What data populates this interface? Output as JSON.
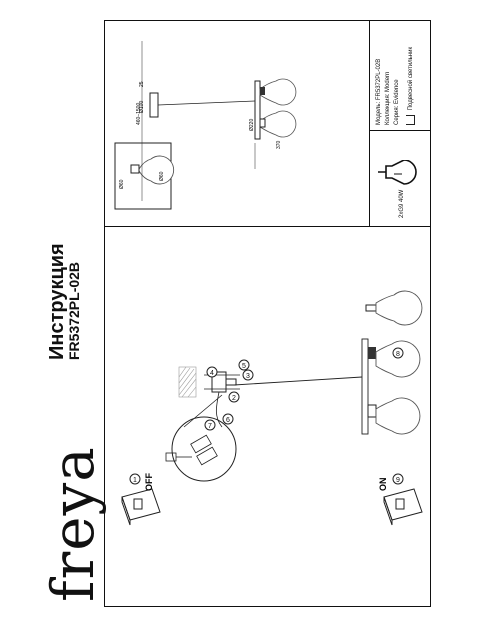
{
  "brand": {
    "logo": "freya"
  },
  "header": {
    "title": "Инструкция",
    "model": "FR5372PL-02B"
  },
  "switch_steps": {
    "off": {
      "number": "1",
      "label": "OFF"
    },
    "on": {
      "number": "9",
      "label": "ON"
    }
  },
  "assembly_steps": [
    "2",
    "3",
    "4",
    "5",
    "6",
    "7",
    "8"
  ],
  "dimensions": {
    "length_range": "460–1500",
    "canopy_height": "25",
    "canopy_diameter": "Ø100",
    "drop": "370",
    "diameter": "Ø220",
    "bulb_width": "Ø60",
    "bulb_height": "Ø60"
  },
  "spec": {
    "model_label": "Модель:",
    "model_value": "FR5372PL-02B",
    "collection_label": "Коллекция:",
    "collection_value": "Modern",
    "series_label": "Серия:",
    "series_value": "Evidence",
    "type_value": "Подвесной светильник"
  },
  "lamp_info": "2xG9 40W",
  "colors": {
    "line": "#222222",
    "bulb": "#cccccc",
    "hatch": "#999999"
  }
}
